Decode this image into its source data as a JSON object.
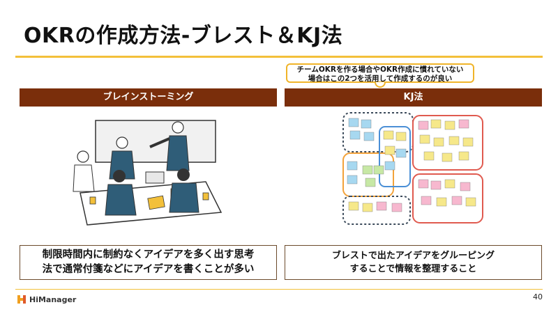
{
  "title": "OKRの作成方法-ブレスト＆KJ法",
  "callout": {
    "line1": "チームOKRを作る場合やOKR作成に慣れていない",
    "line2": "場合はこの2つを活用して作成するのが良い"
  },
  "left": {
    "header": "ブレインストーミング",
    "desc_line1": "制限時間内に制約なくアイデアを多く出す思考",
    "desc_line2": "法で通常付箋などにアイデアを書くことが多い"
  },
  "right": {
    "header": "KJ法",
    "desc_line1": "ブレストで出たアイデアをグルーピング",
    "desc_line2": "することで情報を整理すること"
  },
  "footer": {
    "logo_text": "HiManager",
    "page_number": "40"
  },
  "colors": {
    "accent": "#f3c03a",
    "header_bg": "#7a2e0b"
  }
}
